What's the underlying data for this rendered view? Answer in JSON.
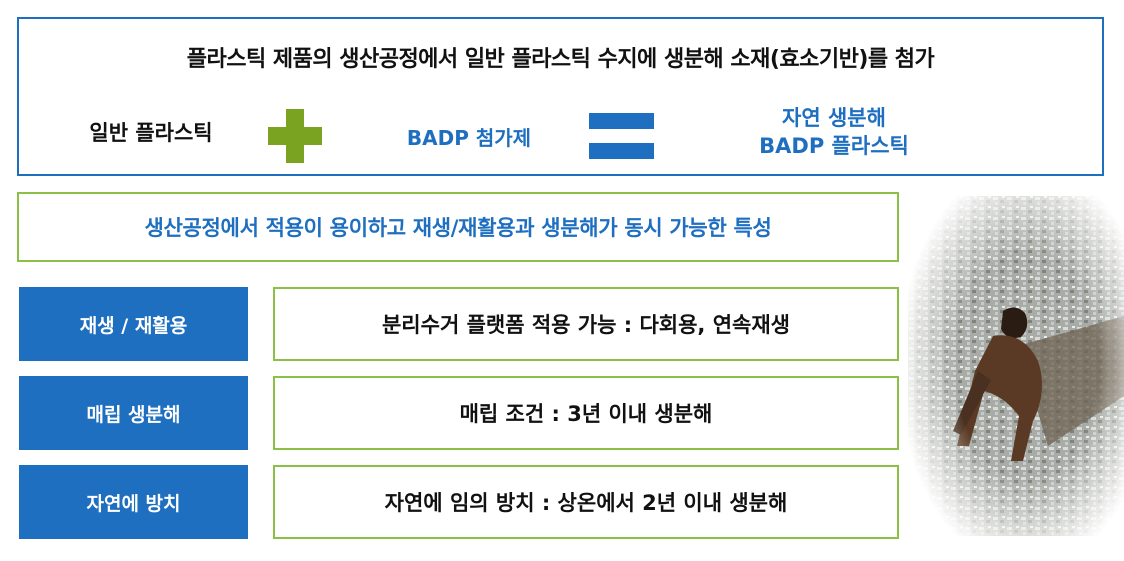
{
  "header": {
    "title": "플라스틱 제품의 생산공정에서 일반 플라스틱 수지에 생분해 소재(효소기반)를 첨가"
  },
  "equation": {
    "left": "일반 플라스틱",
    "middle": "BADP 첨가제",
    "result_line1": "자연 생분해",
    "result_line2": "BADP 플라스틱"
  },
  "feature": {
    "text": "생산공정에서 적용이 용이하고 재생/재활용과 생분해가 동시 가능한 특성"
  },
  "rows": [
    {
      "label": "재생 / 재활용",
      "desc": "분리수거 플랫폼 적용 가능 : 다회용, 연속재생"
    },
    {
      "label": "매립 생분해",
      "desc": "매립 조건 : 3년 이내 생분해"
    },
    {
      "label": "자연에 방치",
      "desc": "자연에 임의 방치 : 상온에서 2년 이내 생분해"
    }
  ],
  "colors": {
    "primary_blue": "#1f6fc0",
    "accent_green": "#7aa322",
    "border_green": "#8cc045"
  },
  "icons": {
    "plus": "plus-icon",
    "equals": "equals-icon"
  }
}
